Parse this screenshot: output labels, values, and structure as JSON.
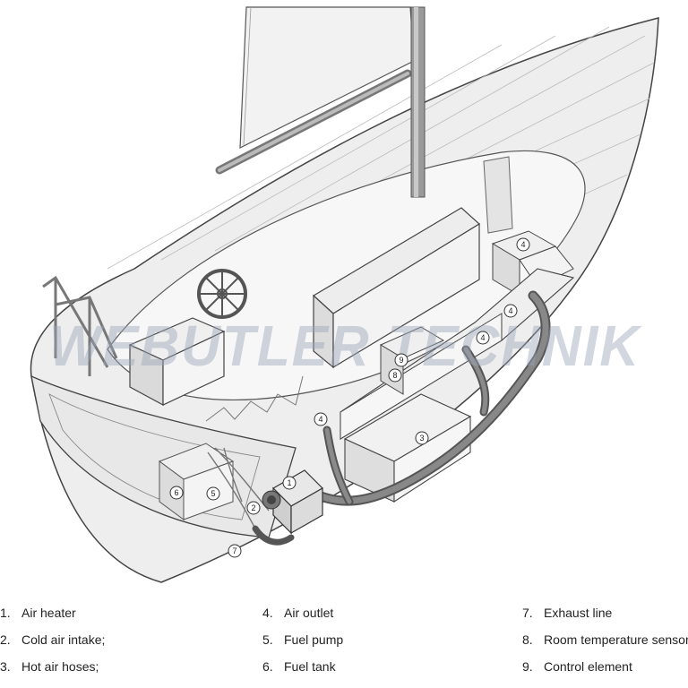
{
  "watermark": "WEBUTLER TECHNIK",
  "callouts": [
    "1",
    "2",
    "3",
    "4",
    "4",
    "4",
    "4",
    "5",
    "6",
    "7",
    "8",
    "9"
  ],
  "legend": [
    {
      "num": "1.",
      "label": "Air heater"
    },
    {
      "num": "2.",
      "label": "Cold air intake;"
    },
    {
      "num": "3.",
      "label": "Hot air hoses;"
    },
    {
      "num": "4.",
      "label": "Air outlet"
    },
    {
      "num": "5.",
      "label": "Fuel pump"
    },
    {
      "num": "6.",
      "label": "Fuel tank"
    },
    {
      "num": "7.",
      "label": "Exhaust line"
    },
    {
      "num": "8.",
      "label": "Room temperature sensor"
    },
    {
      "num": "9.",
      "label": "Control element"
    }
  ],
  "colors": {
    "hull": "#efefef",
    "deck": "#f4f4f4",
    "stroke": "#444444",
    "hose": "#6a6a6a",
    "watermark": "#9aa3b8"
  }
}
